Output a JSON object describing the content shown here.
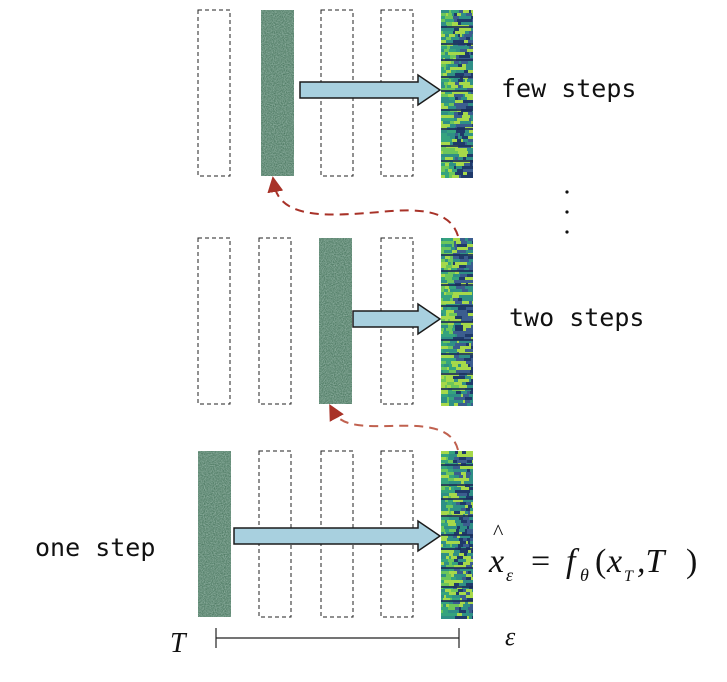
{
  "labels": {
    "few_steps": "few steps",
    "two_steps": "two steps",
    "one_step": "one step",
    "ellipsis": "⋮",
    "t_start": "T",
    "t_end": "ε"
  },
  "formula": {
    "hat": "^",
    "x": "x",
    "x_sub": "ε",
    "equals": "=",
    "f": "f",
    "f_sub": "θ",
    "open_paren": "(",
    "x2": "x",
    "x2_sub": "T",
    "comma_T": ",T",
    "close_paren": ")"
  },
  "colors": {
    "arrow_fill": "#a8d0df",
    "arrow_stroke": "#1b1b1b",
    "dashed_connector": "#a83228",
    "noise_base": "#4e7a63",
    "spectrogram_base": "#2b6f8e"
  },
  "rows": [
    {
      "name": "few-steps-row",
      "cells": [
        "empty",
        "noise",
        "empty",
        "empty",
        "spectrogram"
      ]
    },
    {
      "name": "two-steps-row",
      "cells": [
        "empty",
        "empty",
        "noise",
        "empty",
        "spectrogram"
      ]
    },
    {
      "name": "one-step-row",
      "cells": [
        "noise",
        "empty",
        "empty",
        "empty",
        "spectrogram"
      ]
    }
  ]
}
